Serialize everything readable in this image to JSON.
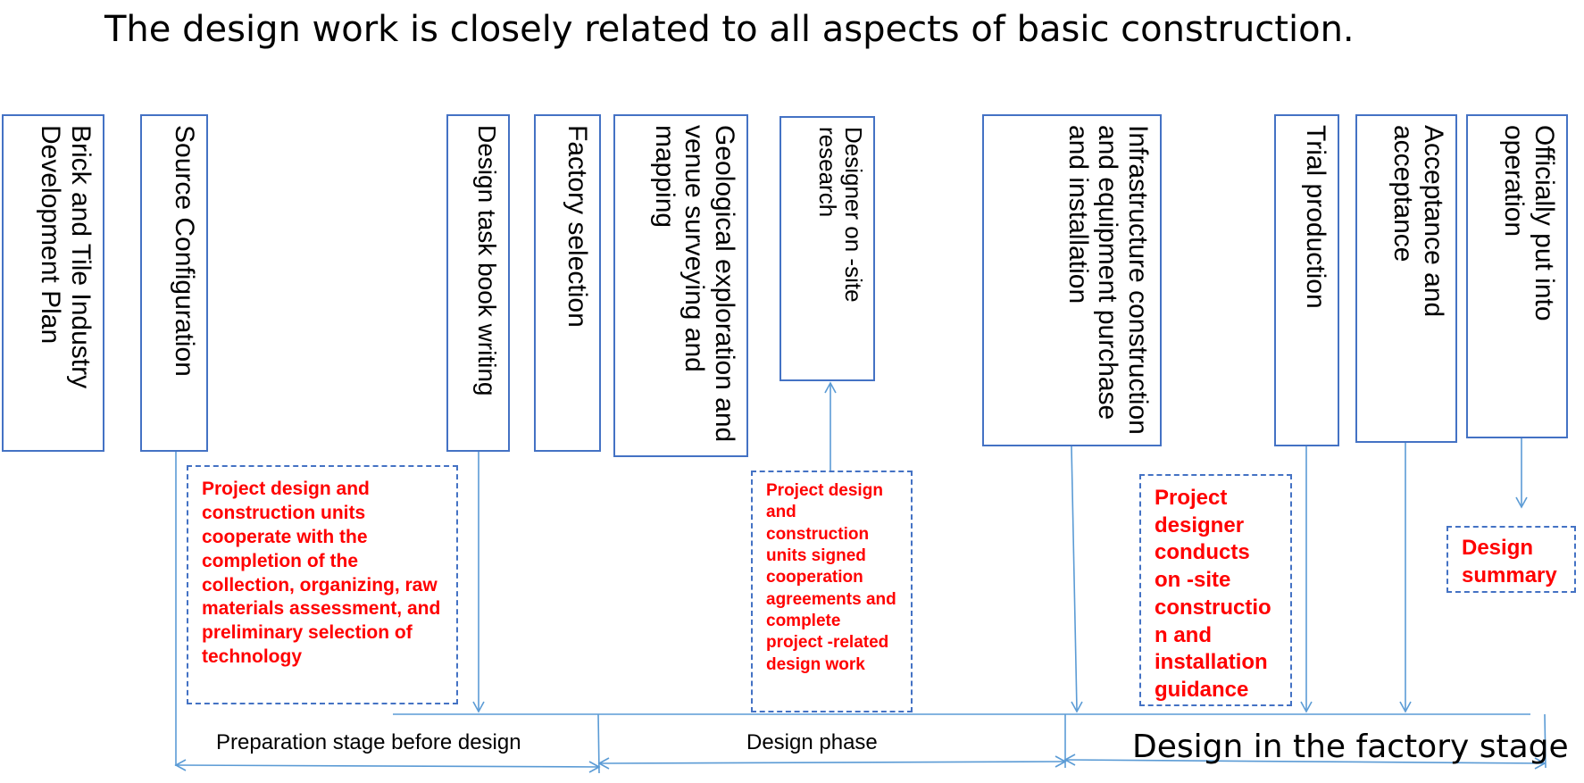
{
  "title": "The design work is closely related to all aspects of basic construction.",
  "process_boxes": [
    {
      "label": "Brick and Tile Industry Development Plan"
    },
    {
      "label": "Source Configuration"
    },
    {
      "label": "Design task book writing"
    },
    {
      "label": "Factory selection"
    },
    {
      "label": "Geological exploration and venue surveying and mapping"
    },
    {
      "label": "Designer on -site research"
    },
    {
      "label": "Infrastructure construction and equipment purchase and installation"
    },
    {
      "label": "Trial production"
    },
    {
      "label": "Acceptance and acceptance"
    },
    {
      "label": "Officially put into operation"
    }
  ],
  "notes": [
    {
      "text": "Project design and construction units cooperate with the completion of the collection, organizing, raw materials assessment, and preliminary selection of technology"
    },
    {
      "text": "Project design and construction units signed cooperation agreements and complete project -related design work"
    },
    {
      "text": "Project designer conducts on -site constructio n and installation guidance"
    },
    {
      "text": "Design summary"
    }
  ],
  "stages": [
    {
      "label": "Preparation stage before design"
    },
    {
      "label": "Design phase"
    },
    {
      "label": "Design in the factory stage"
    }
  ],
  "colors": {
    "box_border": "#4472c4",
    "connector": "#5b9bd5",
    "note_text": "#ff0000"
  }
}
